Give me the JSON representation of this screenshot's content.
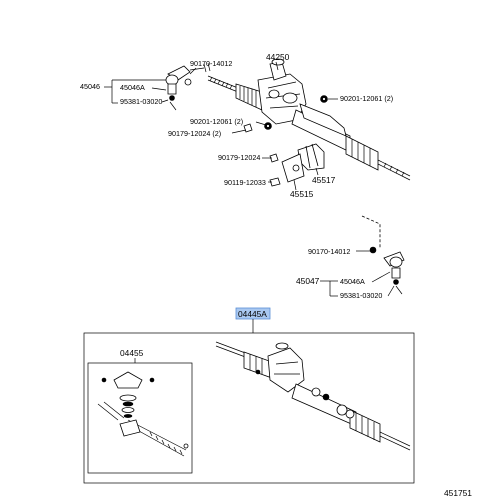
{
  "labels": {
    "gear_assy": "44250",
    "tie_rod_end_left_assy": "45046",
    "tie_rod_end_left": "45046A",
    "nut_left_top": "90170-14012",
    "cotter_pin_left": "95381-03020",
    "grommet_right": "90201-12061 (2)",
    "grommet_left": "90201-12061 (2)",
    "bolt_upper": "90179-12024 (2)",
    "bolt_lower": "90179-12024",
    "bracket_right": "45517",
    "bracket_left": "45515",
    "bolt_mount": "90119-12033",
    "nut_right_top": "90170-14012",
    "tie_rod_end_right_assy": "45047",
    "tie_rod_end_right": "45046A",
    "cotter_pin_right": "95381-03020",
    "kit_highlight": "04445A",
    "kit_sub": "04455",
    "figure_number": "451751"
  },
  "colors": {
    "highlight_fill": "#a9c8f0",
    "highlight_border": "#5b8fd6",
    "line": "#000000"
  }
}
